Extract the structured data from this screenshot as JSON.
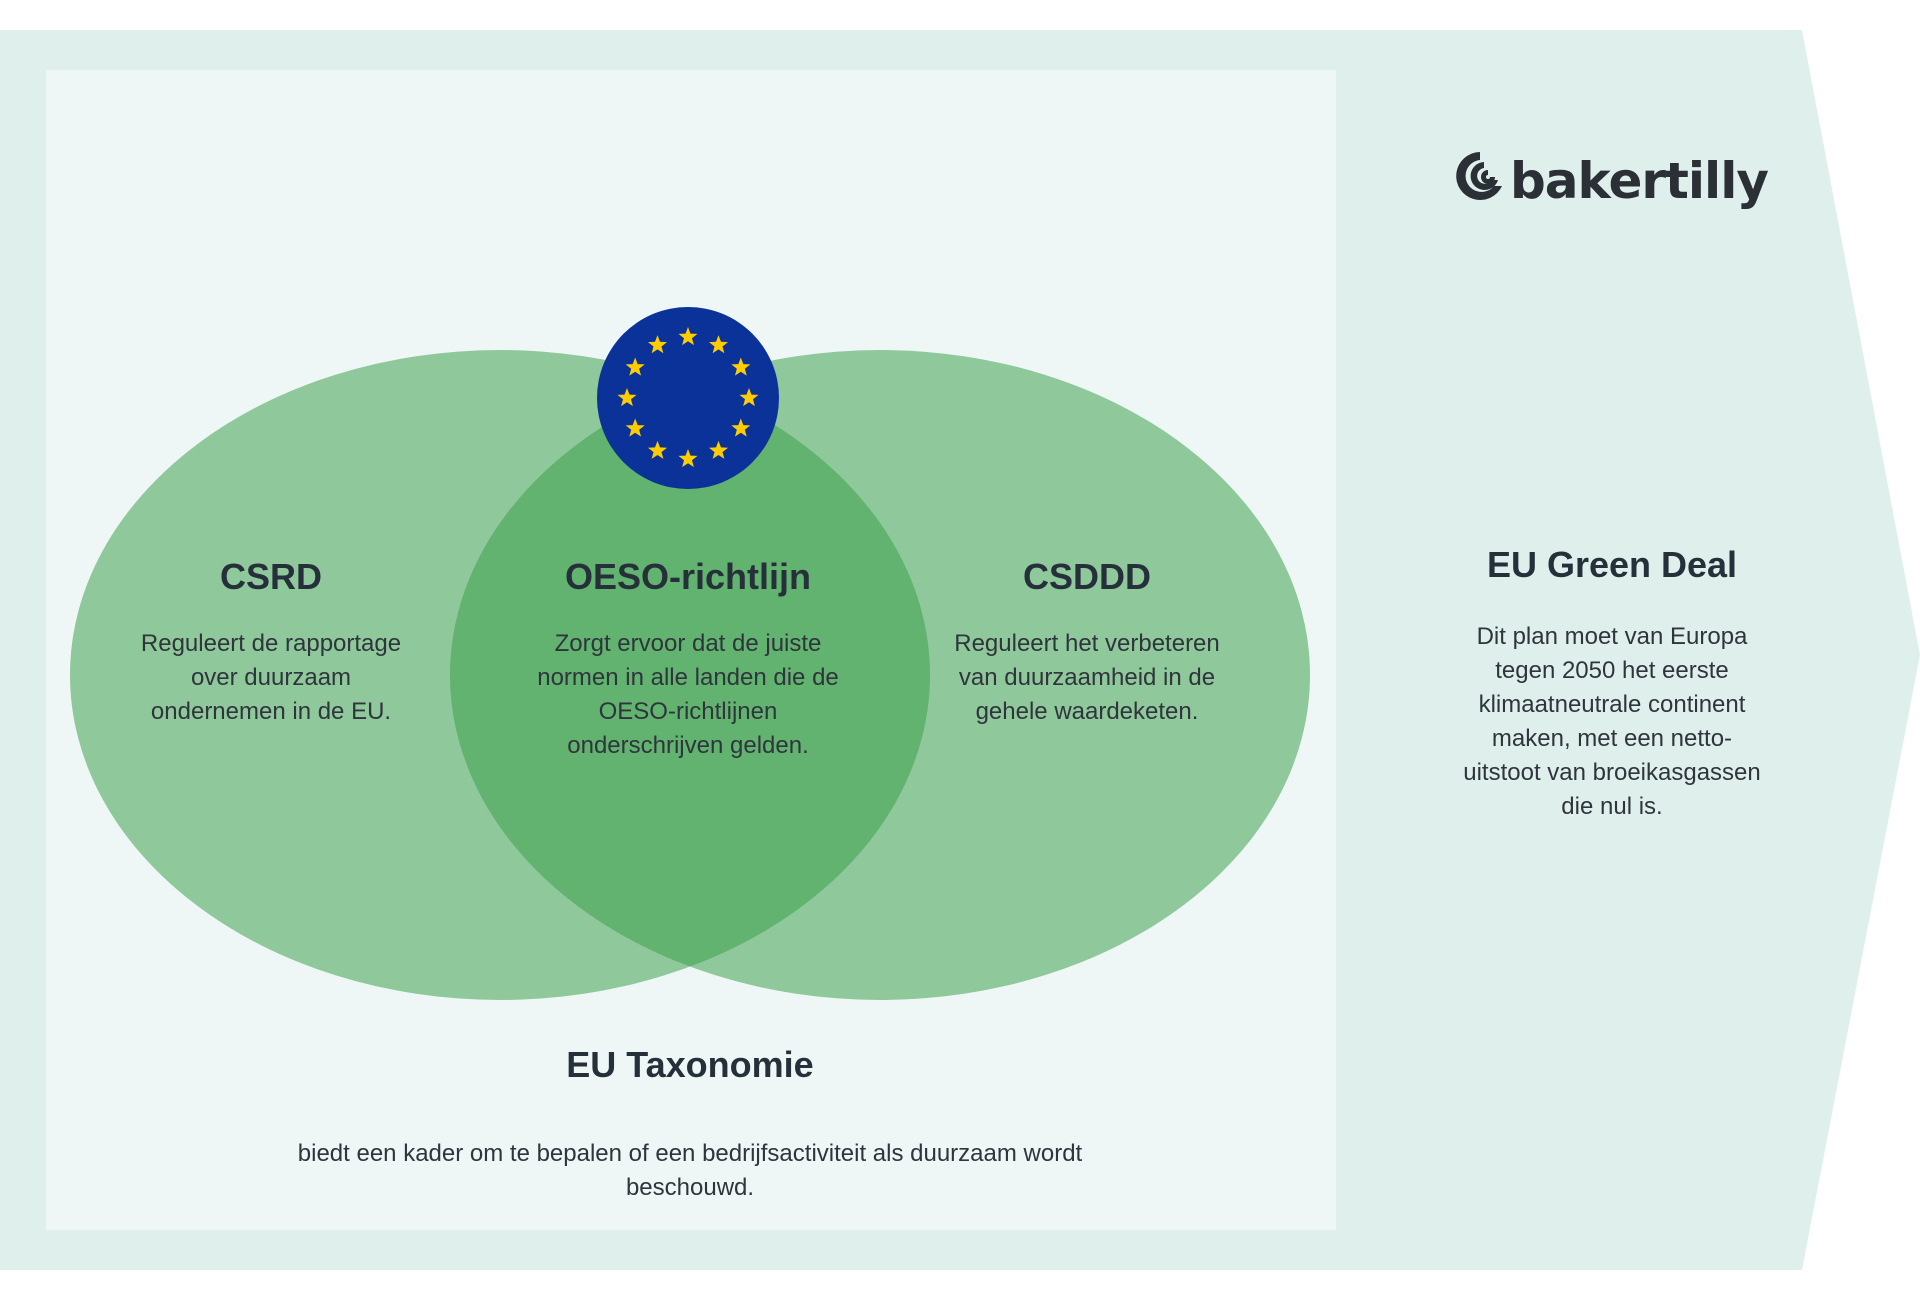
{
  "logo": {
    "text": "bakertilly"
  },
  "colors": {
    "chevron": "#dff0ec",
    "panel": "#eef7f5",
    "circle": "#8fc89a",
    "overlap": "#62b36f",
    "eu_blue": "#0a3299",
    "eu_star": "#ffcc00",
    "text": "#2a2f36"
  },
  "diagram": {
    "left": {
      "title": "CSRD",
      "text": [
        "Reguleert de rapportage",
        "over duurzaam",
        "ondernemen in de EU."
      ]
    },
    "center": {
      "title": "OESO-richtlijn",
      "text": [
        "Zorgt ervoor dat de juiste",
        "normen in alle landen die de",
        "OESO-richtlijnen",
        "onderschrijven gelden."
      ]
    },
    "right": {
      "title": "CSDDD",
      "text": [
        "Reguleert het verbeteren",
        "van duurzaamheid in de",
        "gehele waardeketen."
      ]
    },
    "eu_flag": {
      "icon": "eu-flag-icon",
      "stars": 12
    }
  },
  "taxonomy": {
    "title": "EU Taxonomie",
    "text": [
      "biedt een kader om te bepalen of een bedrijfsactiviteit als duurzaam wordt",
      "beschouwd."
    ]
  },
  "green_deal": {
    "title": "EU Green Deal",
    "text": [
      "Dit plan moet van Europa",
      "tegen 2050 het eerste",
      "klimaatneutrale continent",
      "maken, met een netto-",
      "uitstoot van broeikasgassen",
      "die nul is."
    ]
  }
}
